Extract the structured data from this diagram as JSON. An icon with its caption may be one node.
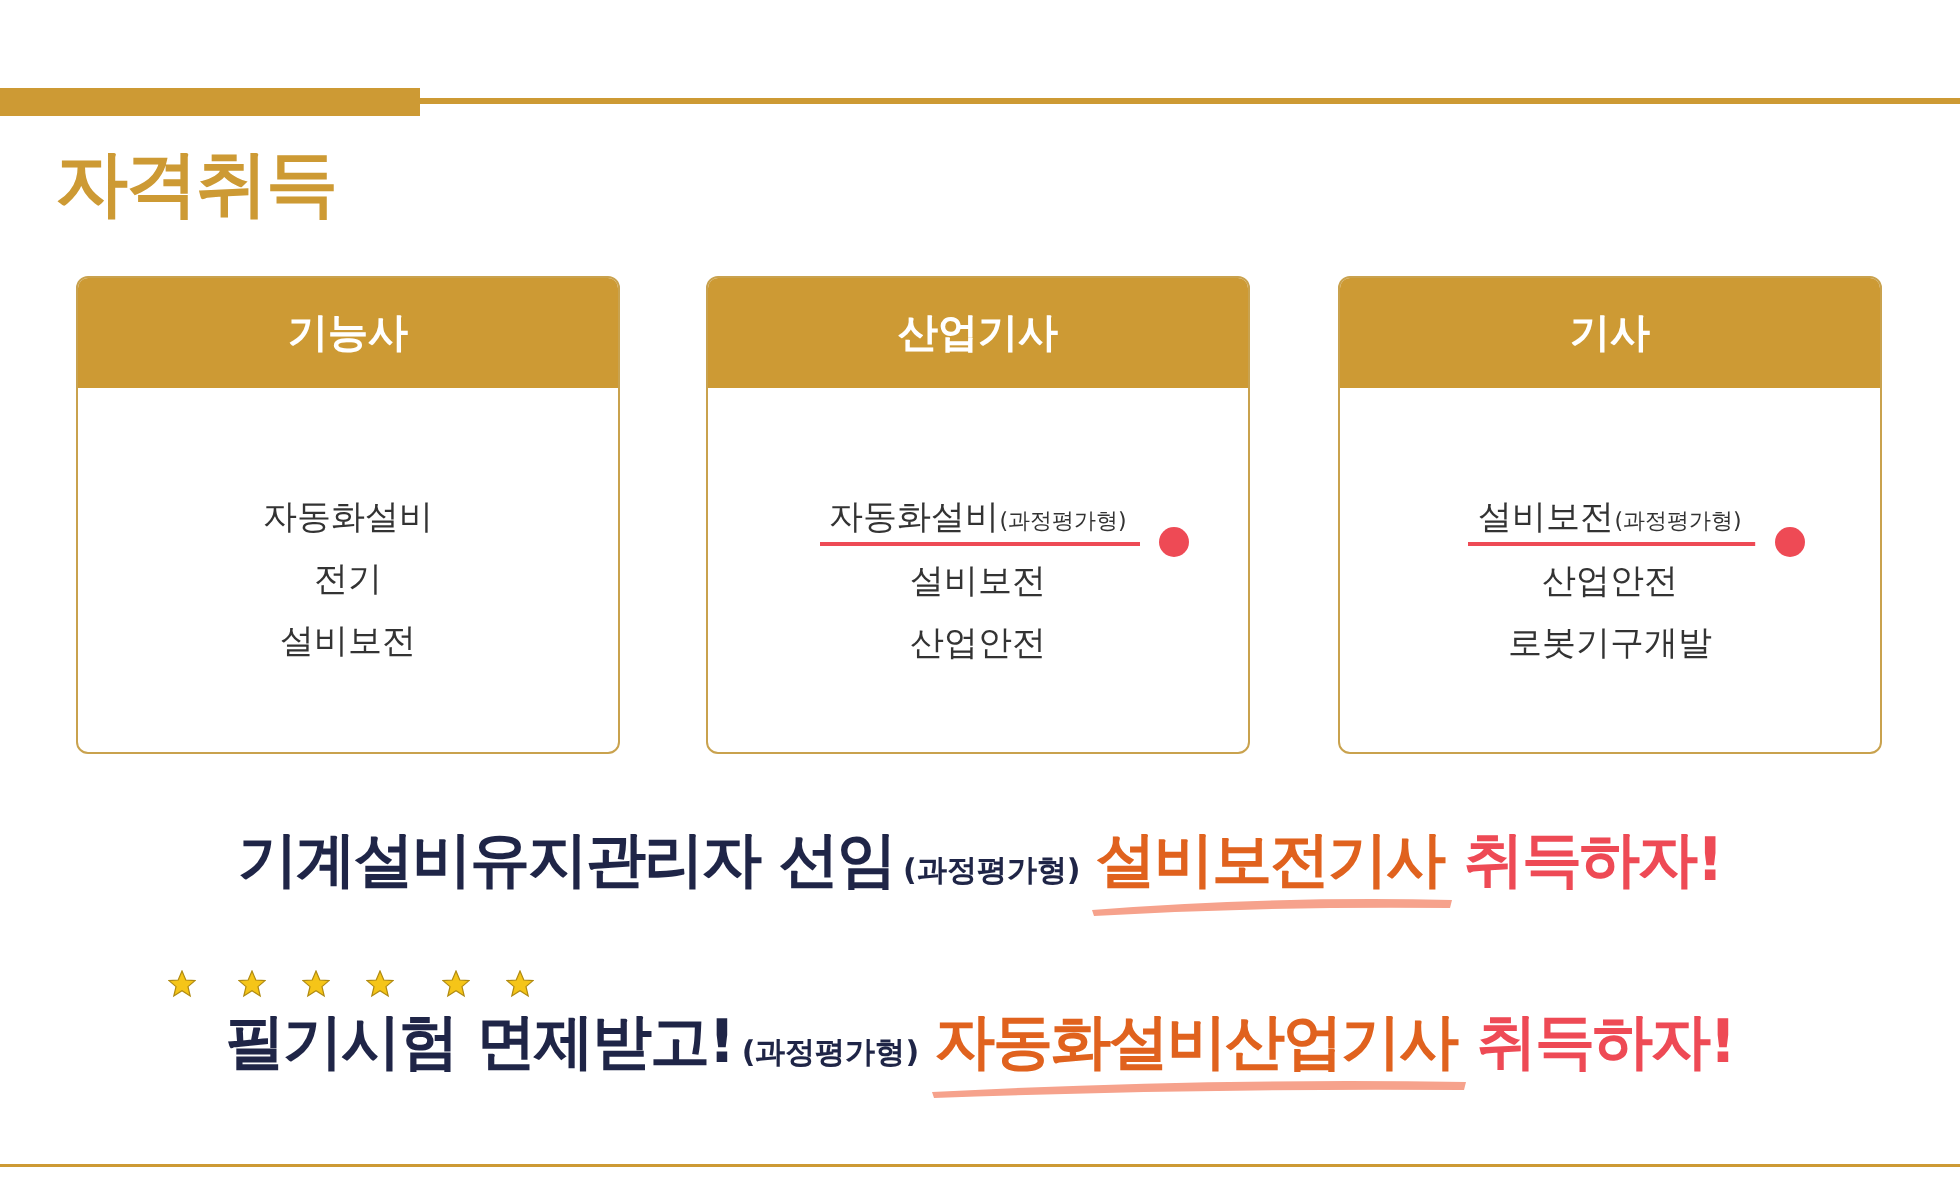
{
  "diagram": {
    "title": "자격취득",
    "nodes": [
      {
        "text": [
          "기능사",
          "자동화설비",
          "전기",
          "설비보전"
        ]
      },
      {
        "text": [
          "산업기사",
          "자동화설비(과정평가형)",
          "설비보전",
          "산업안전"
        ]
      },
      {
        "text": [
          "기사",
          "설비보전(과정평가형)",
          "산업안전",
          "로봇기구개발"
        ]
      }
    ],
    "labels": [
      "기계설비유지관리자 선임",
      "(과정평가형)",
      "설비보전기사",
      "취득하자!",
      "필기시험 면제받고!",
      "(과정평가형)",
      "자동화설비산업기사",
      "취득하자!"
    ]
  }
}
